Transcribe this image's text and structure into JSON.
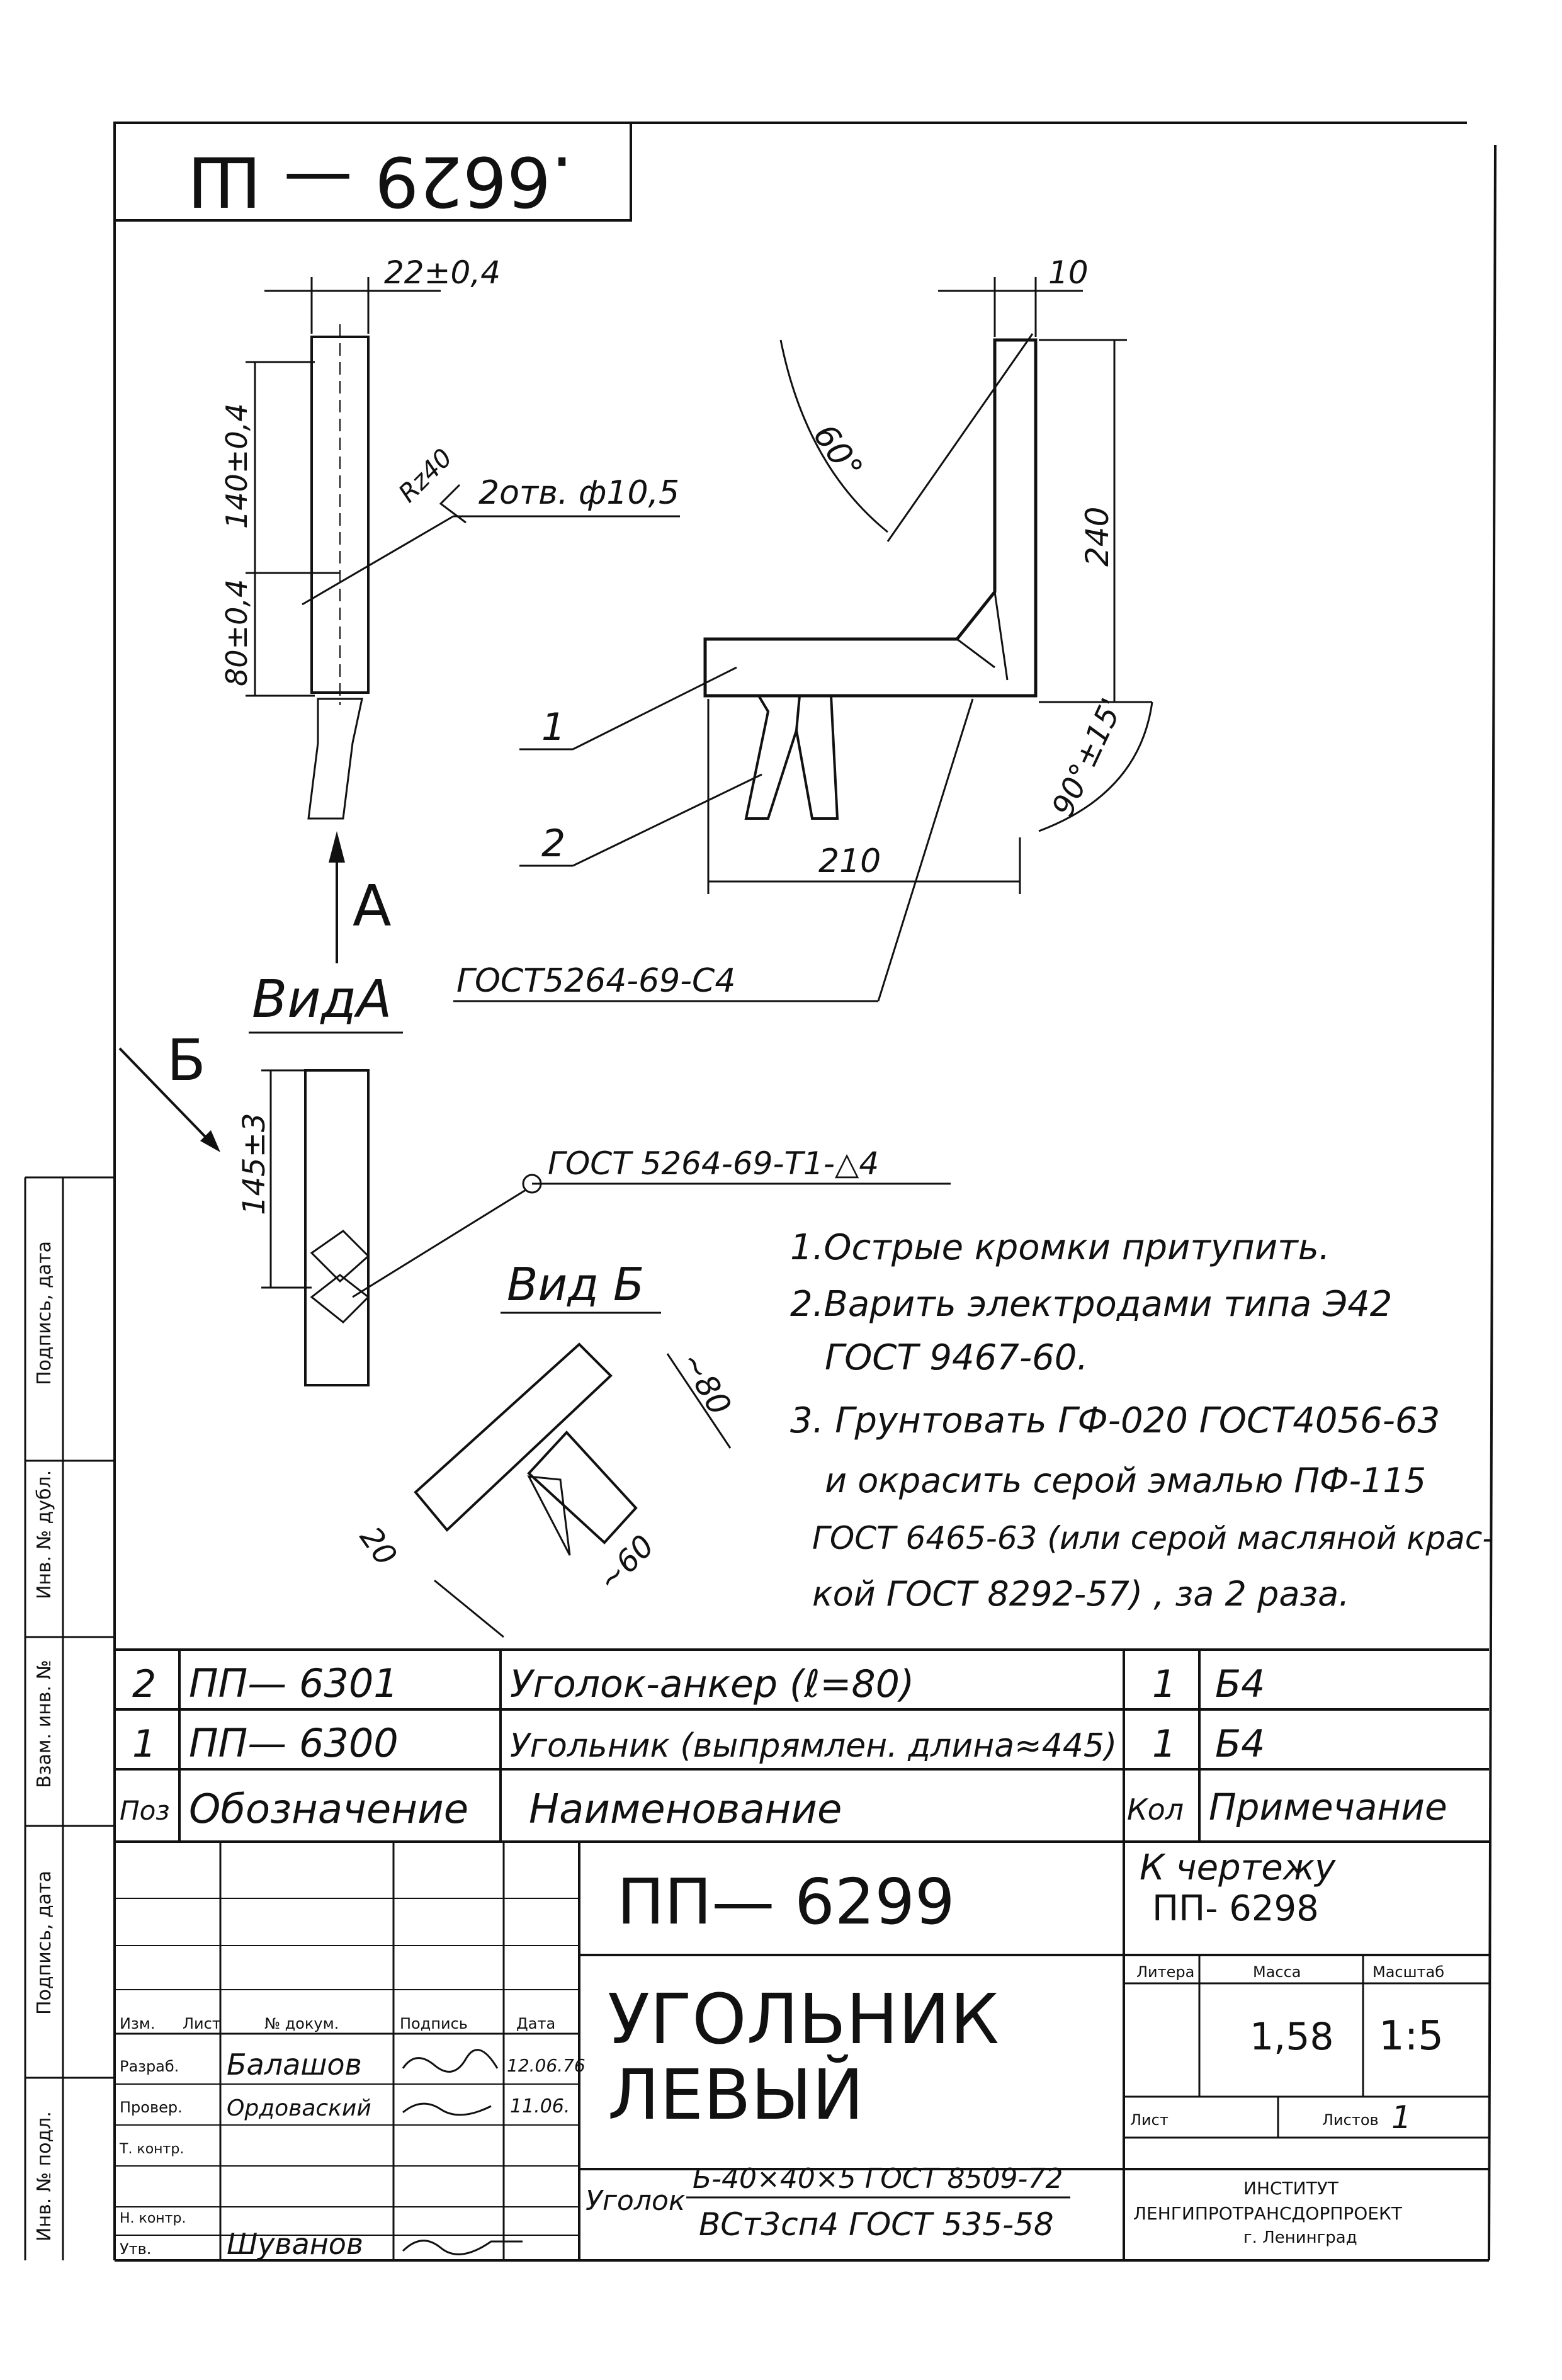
{
  "sheet": {
    "stamp": ".6629 — Ш",
    "dimensions": {
      "width_top": "22±0,4",
      "len_140": "140±0,4",
      "len_80": "80±0,4",
      "rough": "Rz40",
      "holes": "2отв. ф10,5",
      "thk_10": "10",
      "angle_60": "60°",
      "h_240": "240",
      "angle_90": "90°±15'",
      "w_210": "210",
      "len_145": "145±3",
      "v_80": "~80",
      "v_60": "~60",
      "v_20": "20"
    },
    "labels": {
      "weld_c4": "ГОСТ5264-69-С4",
      "weld_t1": "ГОСТ 5264-69-Т1-△4",
      "view_a": "ВидА",
      "view_b": "Вид Б",
      "arrow_a": "А",
      "arrow_b": "Б",
      "pos1": "1",
      "pos2": "2"
    },
    "notes": [
      "1.Острые кромки притупить.",
      "2.Варить электродами типа Э42",
      "ГОСТ 9467-60.",
      "3. Грунтовать ГФ-020 ГОСТ4056-63",
      "и окрасить серой эмалью ПФ-115",
      "ГОСТ 6465-63 (или серой масляной крас-",
      "кой ГОСТ 8292-57) , за 2 раза."
    ],
    "side_margin": [
      "Подпись, дата",
      "Инв. № дубл.",
      "Взам. инв. №",
      "Подпись, дата",
      "Инв. № подл."
    ]
  },
  "spec": {
    "rows": [
      {
        "pos": "2",
        "designation": "ПП— 6301",
        "name": "Уголок-анкер (ℓ=80)",
        "qty": "1",
        "note": "Б4"
      },
      {
        "pos": "1",
        "designation": "ПП— 6300",
        "name": "Угольник (выпрямлен. длина≈445)",
        "qty": "1",
        "note": "Б4"
      }
    ],
    "header": {
      "pos": "Поз",
      "designation": "Обозначение",
      "name": "Наименование",
      "qty": "Кол",
      "note": "Примечание"
    }
  },
  "title_block": {
    "doc_number": "ПП— 6299",
    "ref_label": "К чертежу",
    "ref_number": "ПП- 6298",
    "title_line1": "УГОЛЬНИК",
    "title_line2": "ЛЕВЫЙ",
    "lit_label": "Литера",
    "mass_label": "Масса",
    "scale_label": "Масштаб",
    "mass": "1,58",
    "scale": "1:5",
    "sheet_label": "Лист",
    "sheets_label": "Листов",
    "sheets_value": "1",
    "col_change": "Изм.",
    "col_sheet": "Лист",
    "col_docno": "№ докум.",
    "col_sign": "Подпись",
    "col_date": "Дата",
    "role_dev": "Разраб.",
    "role_check": "Провер.",
    "role_tcontr": "Т. контр.",
    "role_ncontr": "Н. контр.",
    "role_appr": "Утв.",
    "name_dev": "Балашов",
    "name_check": "Ордоваский",
    "name_appr": "Шуванов",
    "date_dev": "12.06.76",
    "date_check": "11.06.",
    "material_prefix": "Уголок",
    "material_top": "Б-40×40×5 ГОСТ 8509-72",
    "material_bottom": "ВСт3сп4 ГОСТ 535-58",
    "org_line1": "ИНСТИТУТ",
    "org_line2": "ЛЕНГИПРОТРАНСДОРПРОЕКТ",
    "org_line3": "г. Ленинград"
  }
}
